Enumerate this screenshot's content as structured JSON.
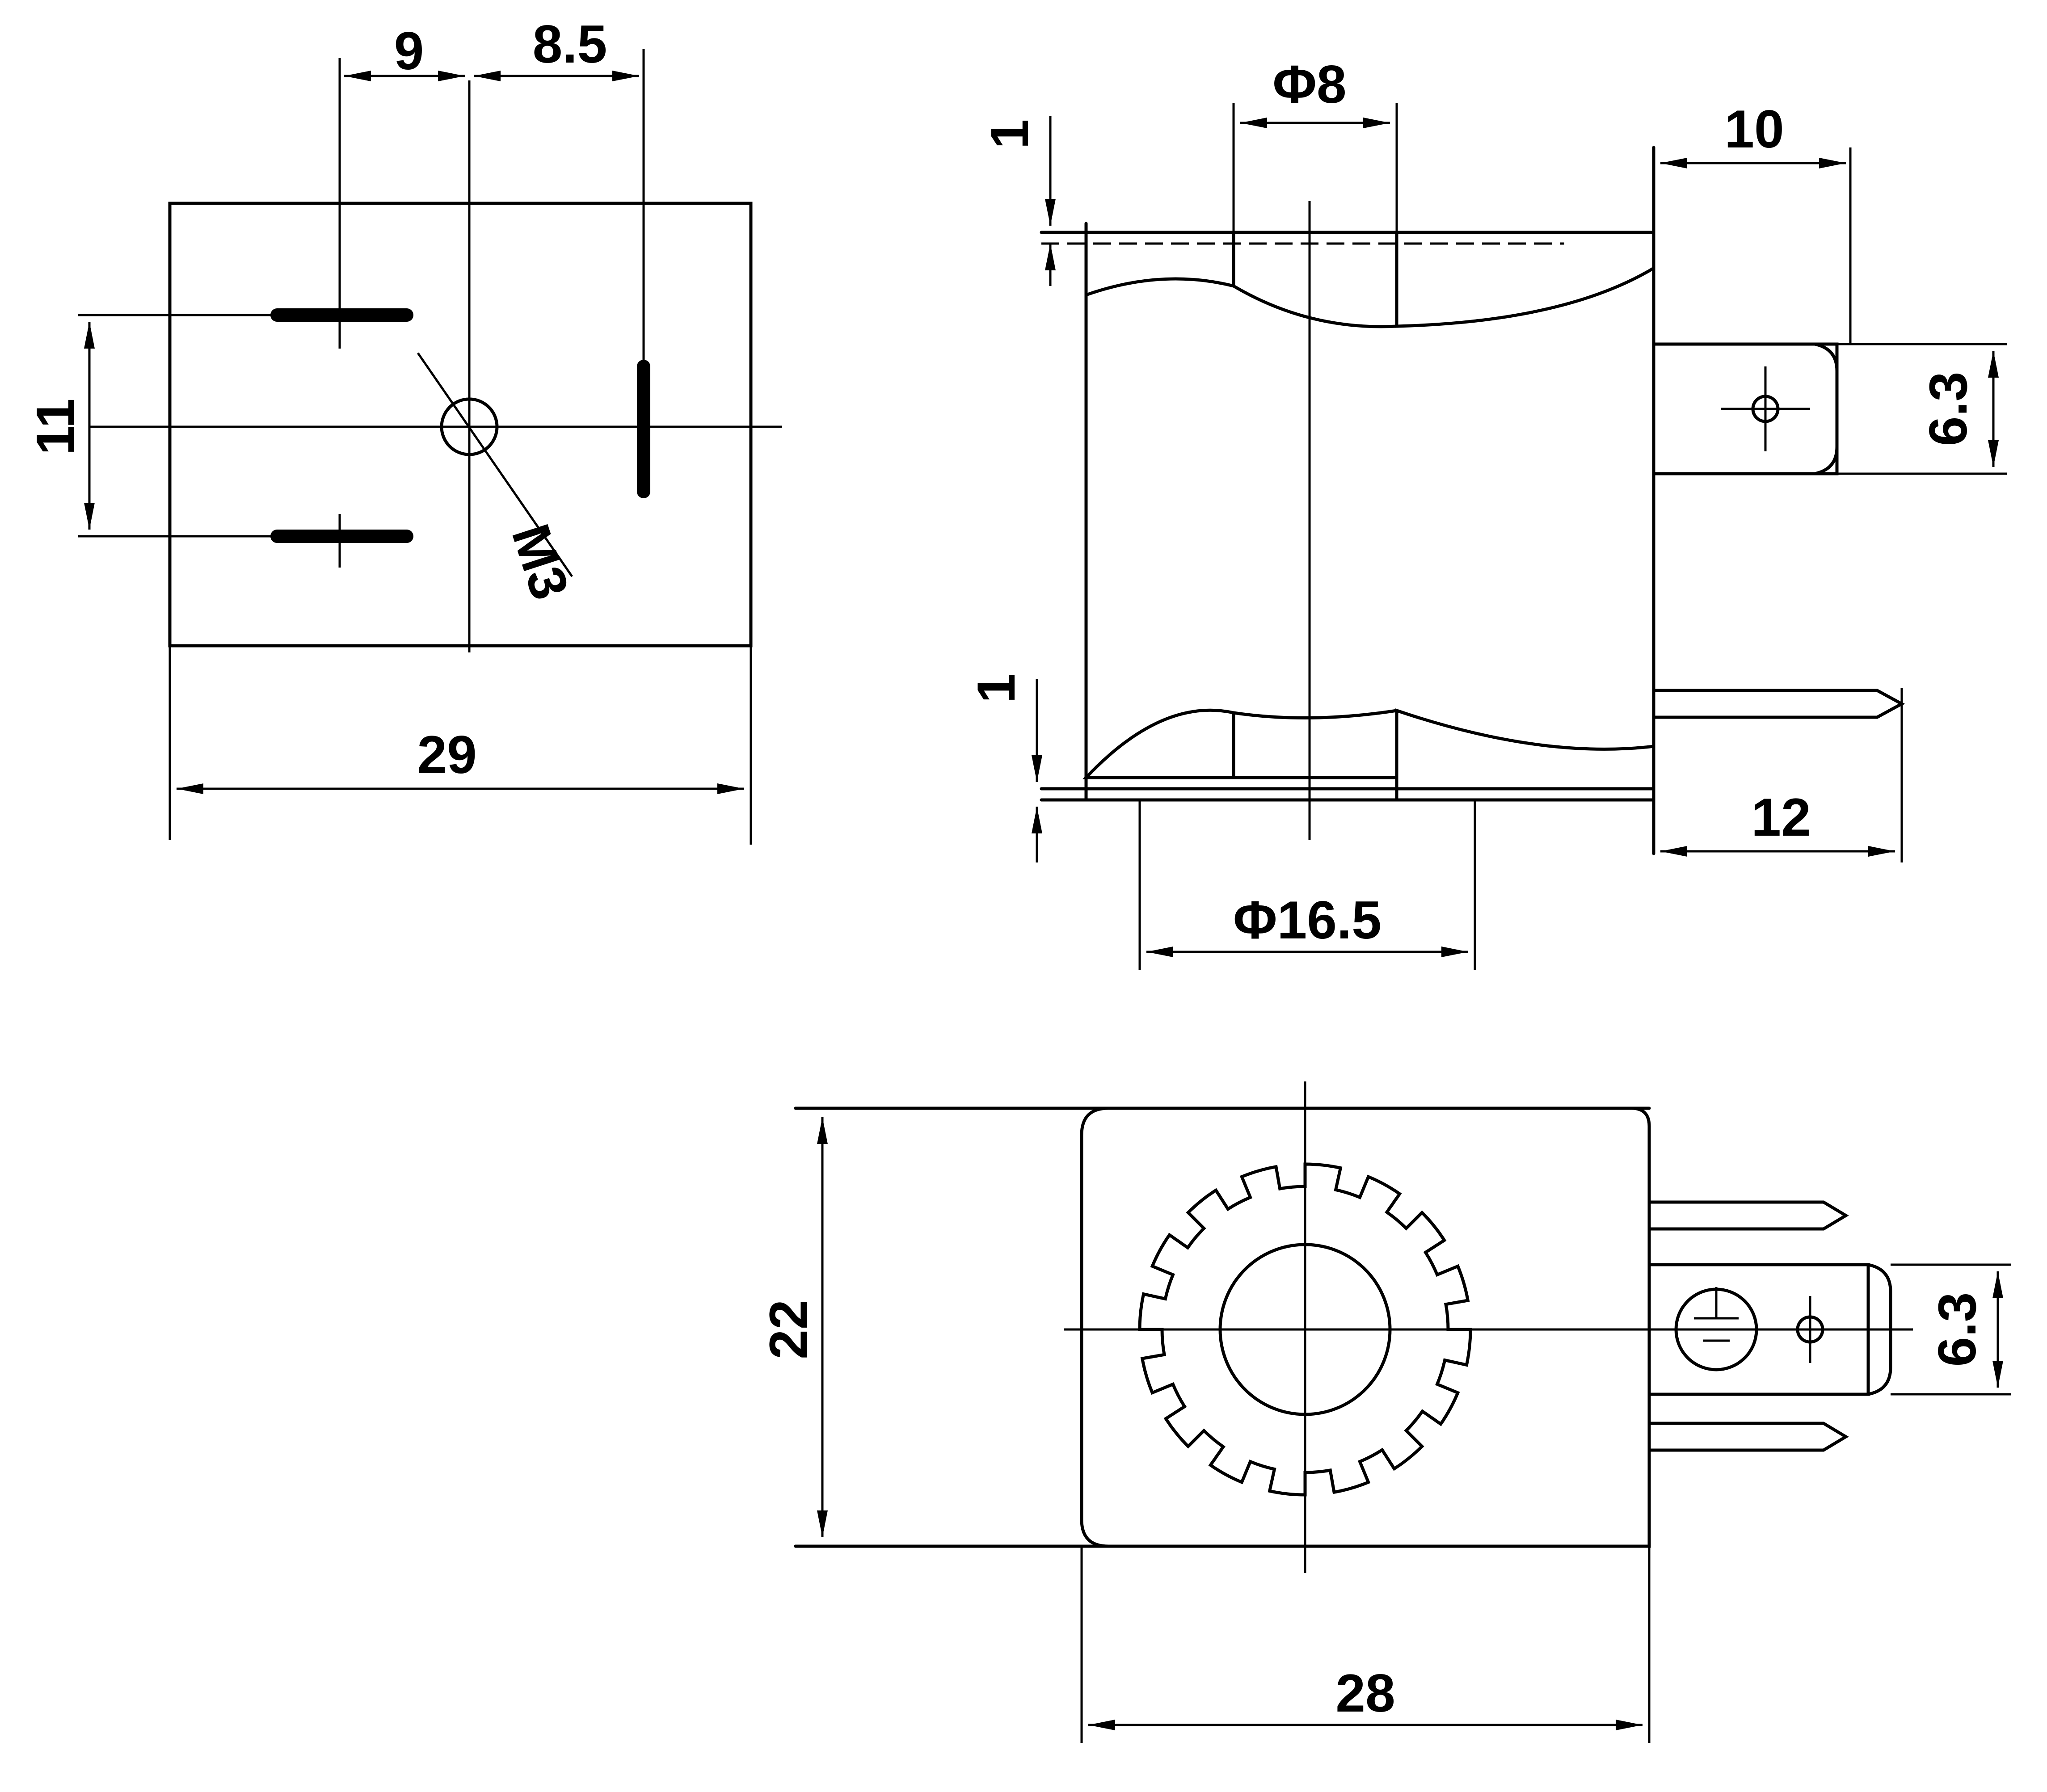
{
  "dimensions": {
    "top_left_width": "29",
    "top_left_pin_spacing_a": "9",
    "top_left_pin_spacing_b": "8.5",
    "top_left_height": "11",
    "thread_label": "M3",
    "section_core_diameter": "Φ8",
    "section_flange_top": "1",
    "section_flange_bottom": "1",
    "section_outer_diameter": "Φ16.5",
    "section_pin_length": "10",
    "section_pin_width": "6.3",
    "section_pin_total": "12",
    "bottom_height": "22",
    "bottom_width": "28",
    "bottom_pin_width": "6.3"
  }
}
